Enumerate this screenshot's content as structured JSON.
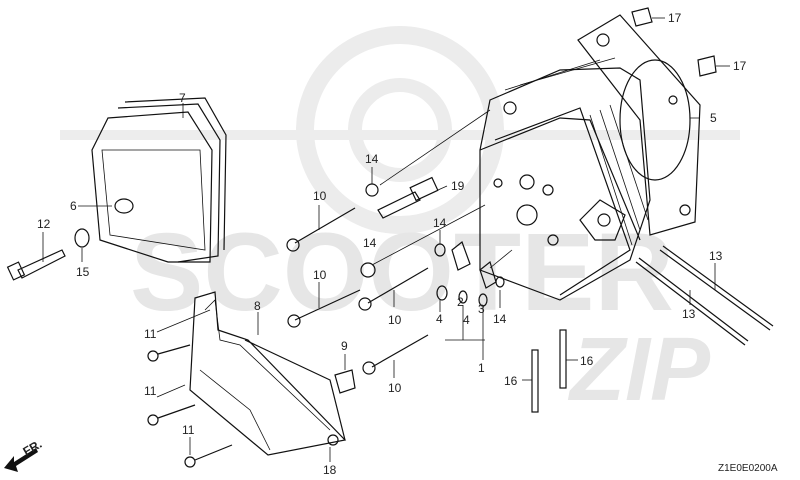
{
  "front_label": "FR.",
  "diagram_code": "Z1E0E0200A",
  "watermark": {
    "text": "SCOOTER",
    "suffix": "ZIP"
  },
  "callouts": [
    "7",
    "6",
    "12",
    "15",
    "8",
    "11",
    "11",
    "11",
    "9",
    "18",
    "14",
    "19",
    "10",
    "14",
    "14",
    "10",
    "10",
    "10",
    "4",
    "2",
    "4",
    "3",
    "14",
    "1",
    "5",
    "17",
    "17",
    "13",
    "13",
    "16",
    "16"
  ]
}
